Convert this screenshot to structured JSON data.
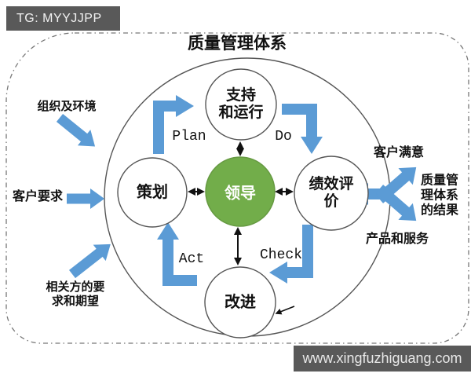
{
  "badges": {
    "tg": "TG: MYYJJPP",
    "website": "www.xingfuzhiguang.com"
  },
  "title": "质量管理体系",
  "nodes": {
    "leader": {
      "label": "领导"
    },
    "support": {
      "line1": "支持",
      "line2": "和运行"
    },
    "planning": {
      "label": "策划"
    },
    "evaluation": {
      "line1": "绩效评",
      "line2": "价"
    },
    "improvement": {
      "label": "改进"
    }
  },
  "cycle": {
    "plan": "Plan",
    "do": "Do",
    "check": "Check",
    "act": "Act"
  },
  "inputs": [
    {
      "label": "组织及环境"
    },
    {
      "label": "客户要求"
    },
    {
      "line1": "相关方的要",
      "line2": "求和期望"
    }
  ],
  "outputs": {
    "satisfaction": "客户满意",
    "results": {
      "line1": "质量管",
      "line2": "理体系",
      "line3": "的结果"
    },
    "products": "产品和服务"
  },
  "colors": {
    "arrow_blue": "#5B9BD5",
    "leader_green": "#72AD4A",
    "badge_grey": "#595959",
    "stroke_grey": "#555555"
  }
}
